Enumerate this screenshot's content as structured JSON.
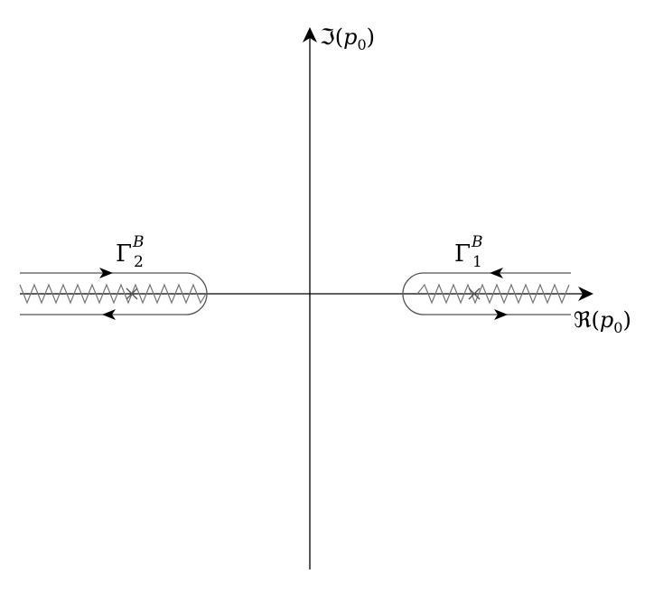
{
  "axes": {
    "imag_label": {
      "symbol": "ℑ",
      "open": "(",
      "var": "p",
      "sub": "0",
      "close": ")"
    },
    "real_label": {
      "symbol": "ℜ",
      "open": "(",
      "var": "p",
      "sub": "0",
      "close": ")"
    }
  },
  "contours": {
    "right": {
      "base": "Γ",
      "sup": "B",
      "sub": "1"
    },
    "left": {
      "base": "Γ",
      "sup": "B",
      "sub": "2"
    }
  },
  "colors": {
    "axis": "#000000",
    "contour": "#555555",
    "branch_cut": "#777777",
    "pole": "#555555"
  }
}
